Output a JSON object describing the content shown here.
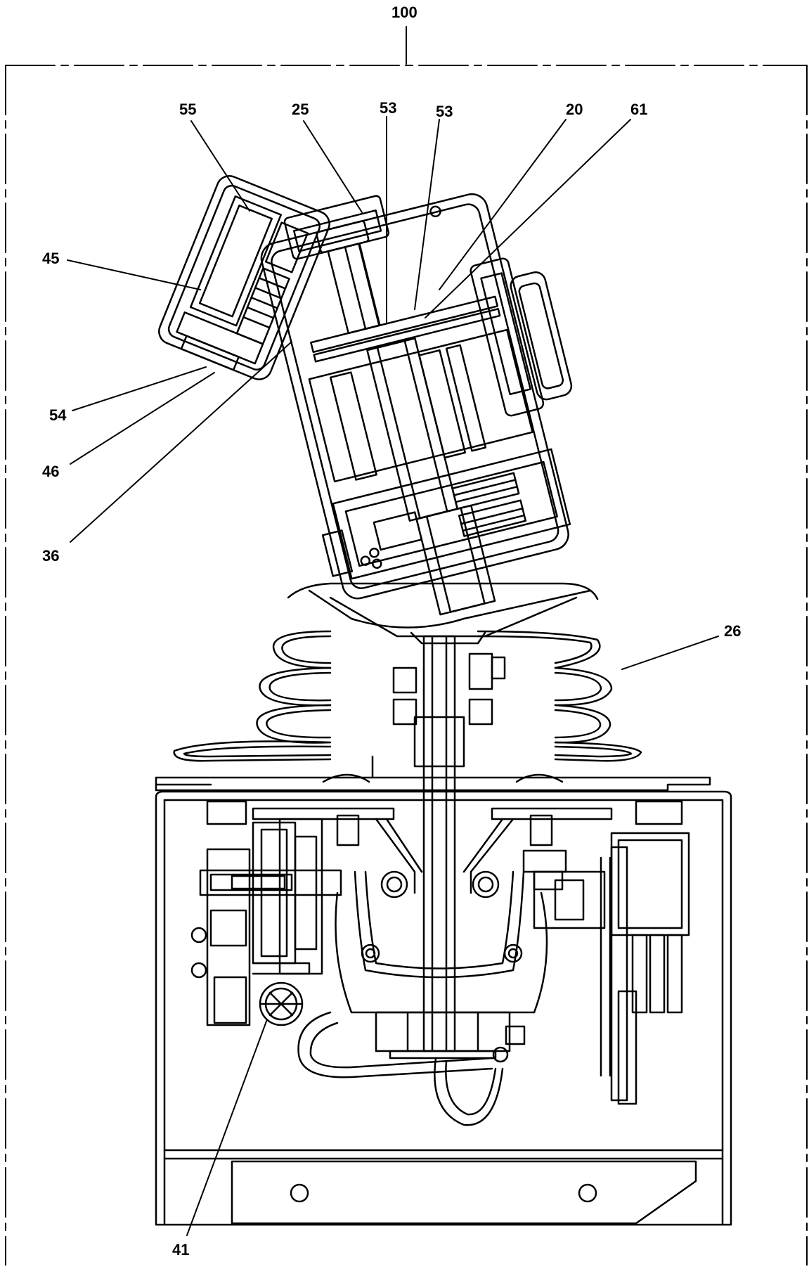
{
  "figure": {
    "reference_numerals": {
      "assembly": "100",
      "handle_top": "55",
      "block": "25",
      "pin_a": "53",
      "pin_b": "53",
      "spring": "20",
      "plate": "61",
      "housing": "45",
      "lower_cover": "54",
      "clip": "46",
      "link": "36",
      "bellows": "26",
      "fastener": "41"
    },
    "colors": {
      "line": "#000000",
      "background": "#ffffff"
    }
  }
}
